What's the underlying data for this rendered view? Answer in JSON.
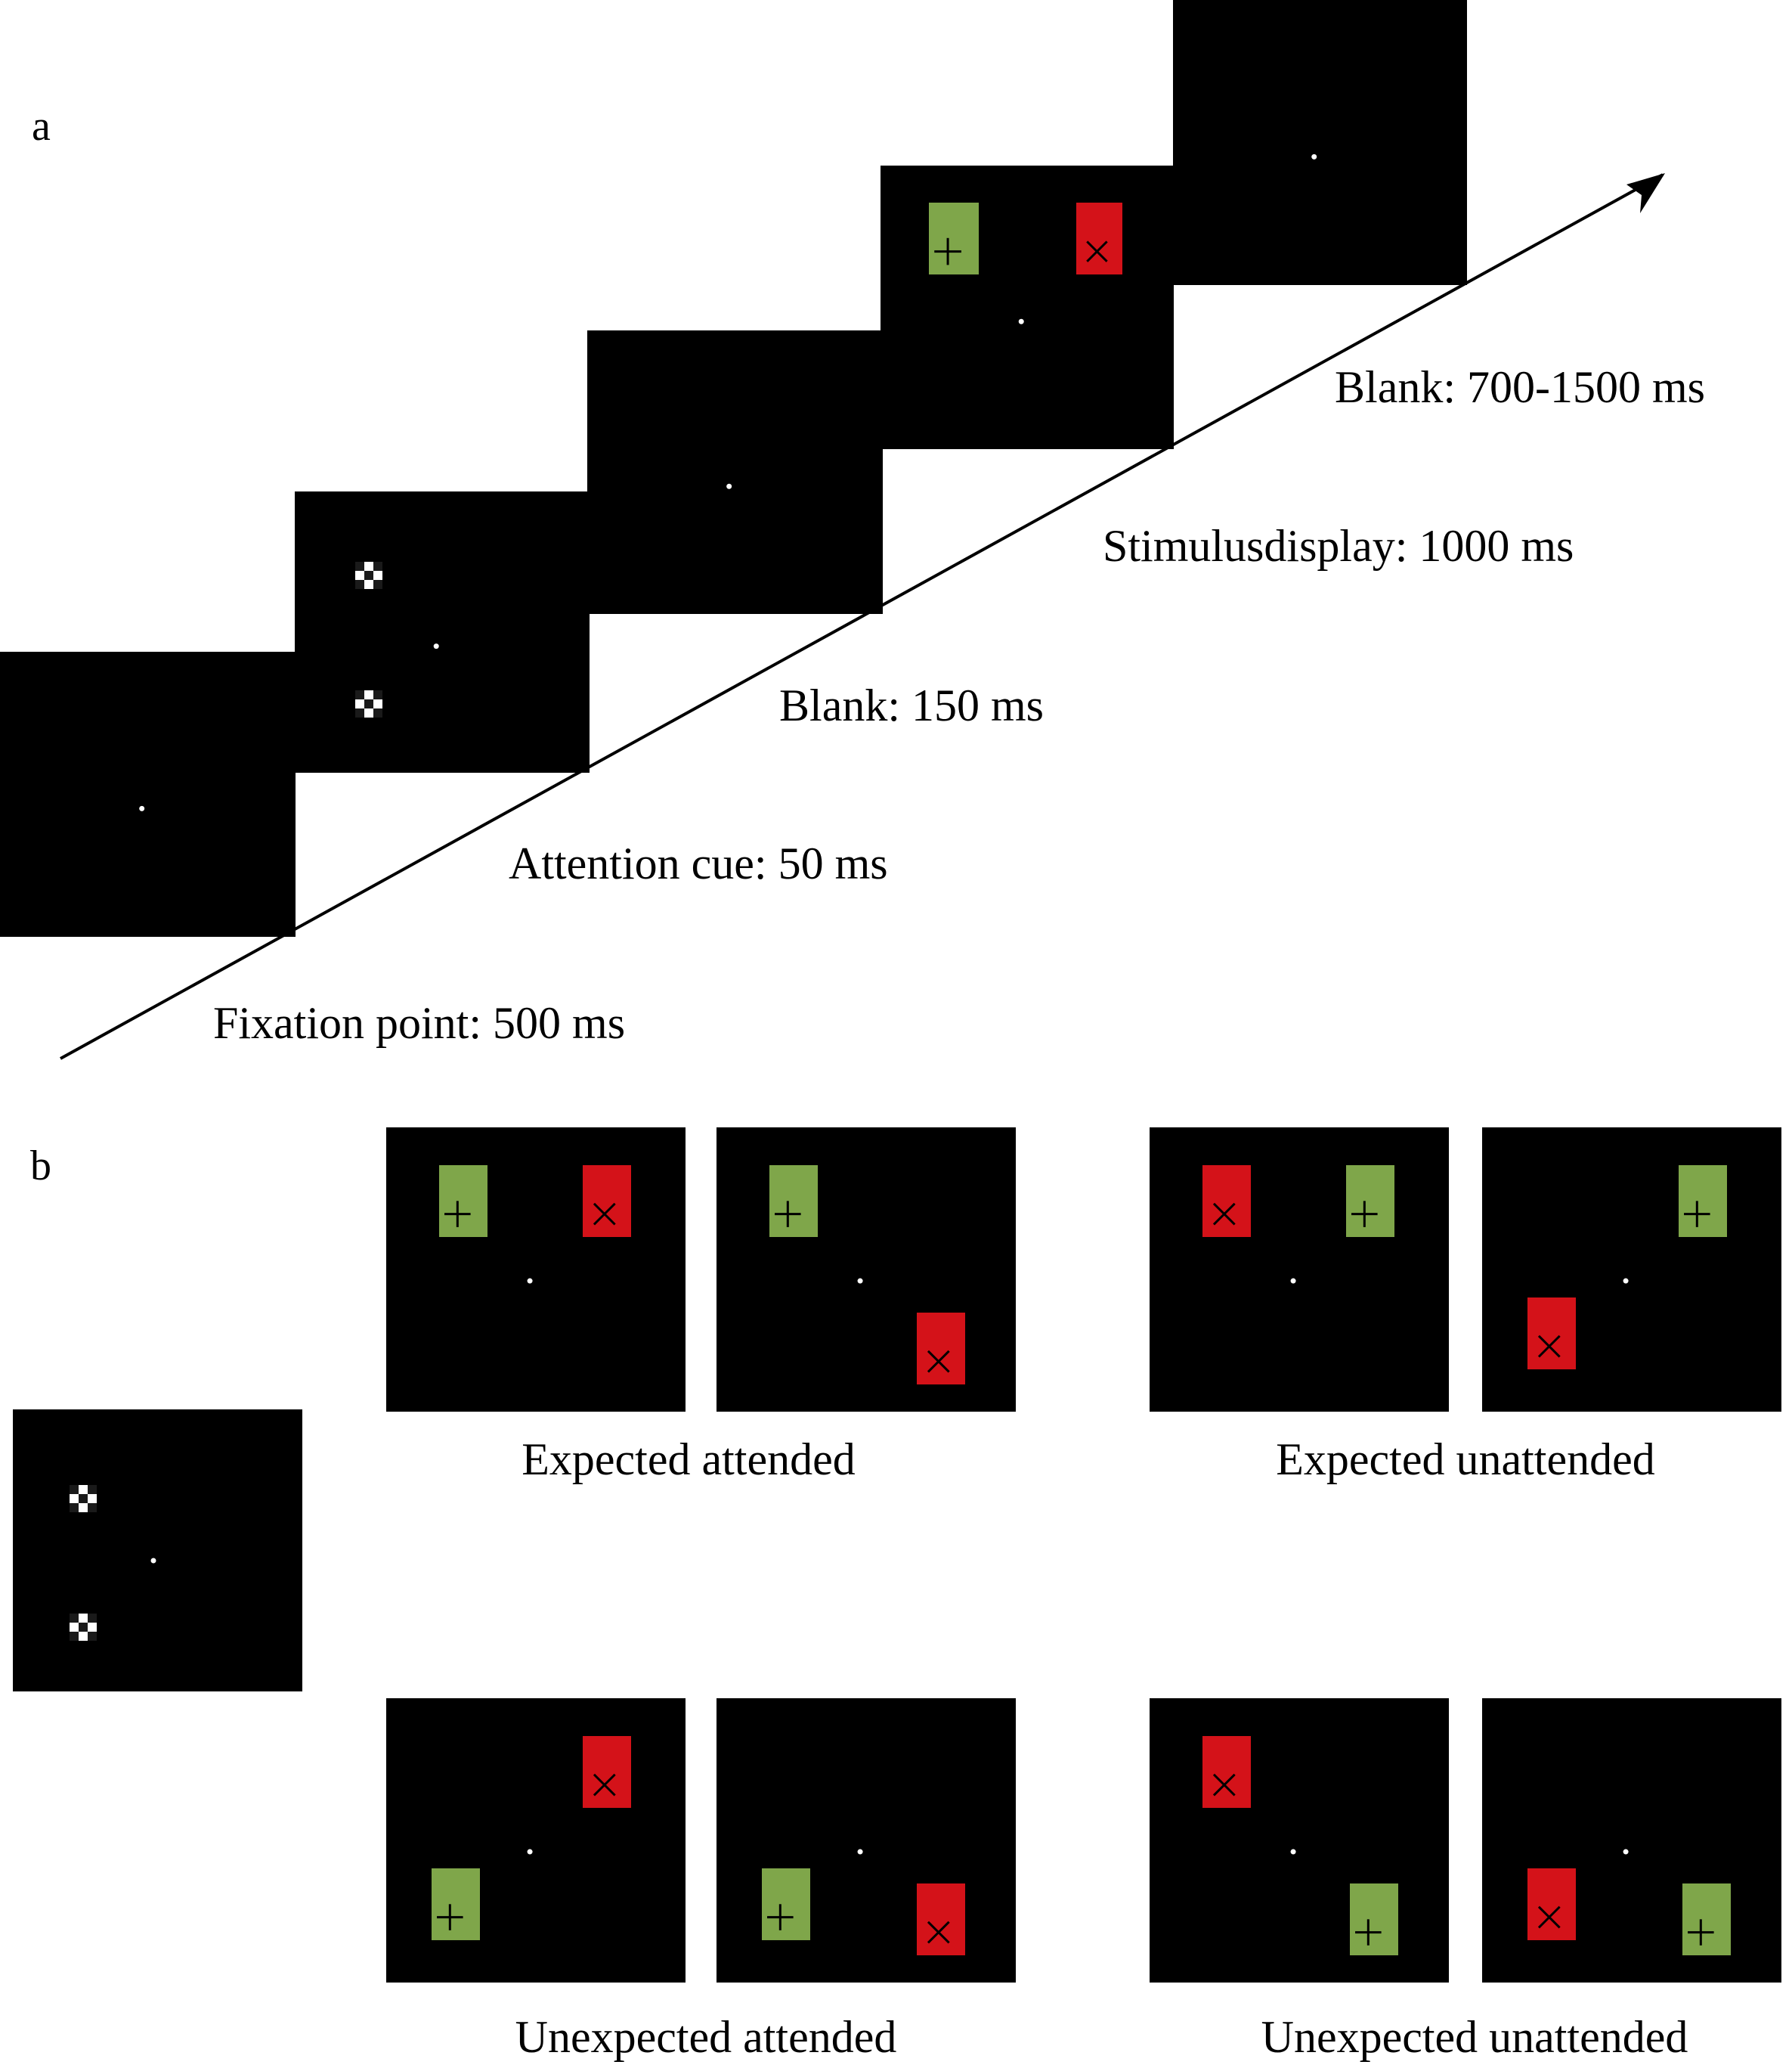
{
  "panel_a": {
    "letter": "a",
    "colors": {
      "screen": "#000000",
      "target_green": "#7fa64a",
      "distractor_red": "#d41219",
      "checker_dark": "#1a1a1a",
      "checker_light": "#ffffff",
      "fixation": "#ffffff"
    },
    "stages": [
      {
        "label": "Fixation point: 500 ms",
        "content": "fixation"
      },
      {
        "label": "Attention cue: 50 ms",
        "content": "cue"
      },
      {
        "label": "Blank: 150 ms",
        "content": "fixation"
      },
      {
        "label": "Stimulusdisplay: 1000 ms",
        "content": "stimulus"
      },
      {
        "label": "Blank: 700-1500 ms",
        "content": "fixation"
      }
    ],
    "stimulus_items": [
      {
        "color": "green",
        "symbol": "+"
      },
      {
        "color": "red",
        "symbol": "×"
      }
    ]
  },
  "panel_b": {
    "letter": "b",
    "cue_display": "Attention cue (upper-left and lower-left)",
    "conditions": [
      {
        "label": "Expected attended",
        "displays": [
          {
            "items": [
              {
                "color": "green",
                "symbol": "+",
                "pos": "upper-left"
              },
              {
                "color": "red",
                "symbol": "×",
                "pos": "upper-right"
              }
            ]
          },
          {
            "items": [
              {
                "color": "green",
                "symbol": "+",
                "pos": "upper-left"
              },
              {
                "color": "red",
                "symbol": "×",
                "pos": "lower-right"
              }
            ]
          }
        ]
      },
      {
        "label": "Expected unattended",
        "displays": [
          {
            "items": [
              {
                "color": "red",
                "symbol": "×",
                "pos": "upper-left"
              },
              {
                "color": "green",
                "symbol": "+",
                "pos": "upper-right"
              }
            ]
          },
          {
            "items": [
              {
                "color": "green",
                "symbol": "+",
                "pos": "upper-right"
              },
              {
                "color": "red",
                "symbol": "×",
                "pos": "lower-left"
              }
            ]
          }
        ]
      },
      {
        "label": "Unexpected attended",
        "displays": [
          {
            "items": [
              {
                "color": "red",
                "symbol": "×",
                "pos": "upper-right"
              },
              {
                "color": "green",
                "symbol": "+",
                "pos": "lower-left"
              }
            ]
          },
          {
            "items": [
              {
                "color": "green",
                "symbol": "+",
                "pos": "lower-left"
              },
              {
                "color": "red",
                "symbol": "×",
                "pos": "lower-right"
              }
            ]
          }
        ]
      },
      {
        "label": "Unexpected unattended",
        "displays": [
          {
            "items": [
              {
                "color": "red",
                "symbol": "×",
                "pos": "upper-left"
              },
              {
                "color": "green",
                "symbol": "+",
                "pos": "lower-right"
              }
            ]
          },
          {
            "items": [
              {
                "color": "red",
                "symbol": "×",
                "pos": "lower-left"
              },
              {
                "color": "green",
                "symbol": "+",
                "pos": "lower-right"
              }
            ]
          }
        ]
      }
    ]
  }
}
